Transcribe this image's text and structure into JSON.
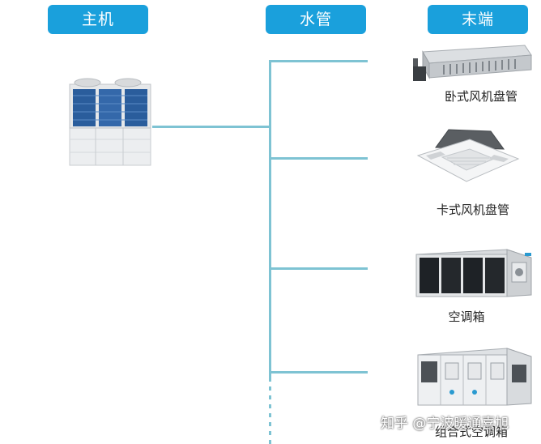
{
  "headers": {
    "host": "主机",
    "pipe": "水管",
    "terminal": "末端"
  },
  "terminals": [
    {
      "label": "卧式风机盘管",
      "icon": "ducted-fan-coil-icon"
    },
    {
      "label": "卡式风机盘管",
      "icon": "cassette-fan-coil-icon"
    },
    {
      "label": "空调箱",
      "icon": "air-handler-icon"
    },
    {
      "label": "组合式空调箱",
      "icon": "combined-air-handler-icon"
    }
  ],
  "host_icon": "chiller-unit-icon",
  "watermark": "知乎 @宁波暖通喜旭",
  "colors": {
    "header_bg": "#1aa0dc",
    "pipe": "#7ec3d3"
  }
}
